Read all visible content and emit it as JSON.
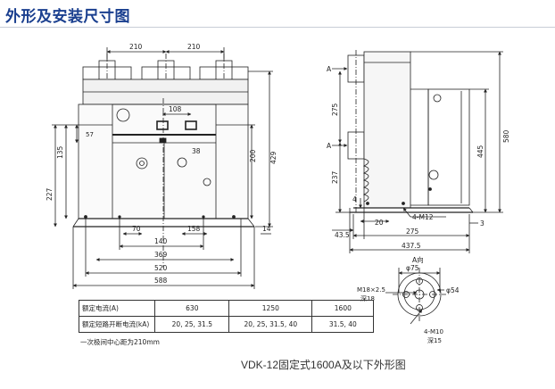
{
  "header": {
    "title": "外形及安装尺寸图"
  },
  "front_view": {
    "dimensions": {
      "top_left": "210",
      "top_right": "210",
      "d108": "108",
      "d57": "57",
      "d135": "135",
      "d227": "227",
      "d38": "38",
      "d200": "200",
      "d429": "429",
      "d14": "14",
      "d70": "70",
      "d158": "158",
      "d140": "140",
      "d369": "369",
      "d520": "520",
      "d588": "588"
    }
  },
  "side_view": {
    "dimensions": {
      "d275": "275",
      "d237": "237",
      "d580": "580",
      "d445": "445",
      "d4": "4",
      "d20": "20",
      "d3": "3",
      "d43_5": "43.5",
      "d275_bottom": "275",
      "d437_5": "437.5"
    },
    "marker_a": "A",
    "bolt_label": "4-M12"
  },
  "terminal_view": {
    "title": "A向",
    "labels": {
      "phi75": "φ75",
      "phi54": "φ54",
      "m18": "M18×2.5",
      "depth18": "深18",
      "m10": "4-M10",
      "depth15": "深15"
    }
  },
  "spec_table": {
    "rows": [
      {
        "label": "额定电流(A)",
        "values": [
          "630",
          "1250",
          "1600"
        ]
      },
      {
        "label": "额定短路开断电流(kA)",
        "values": [
          "20, 25, 31.5",
          "20, 25, 31.5, 40",
          "31.5, 40"
        ]
      }
    ],
    "note": "一次极间中心距为210mm"
  },
  "caption": "VDK-12固定式1600A及以下外形图",
  "colors": {
    "title": "#1a3f8f",
    "ink": "#222222"
  }
}
